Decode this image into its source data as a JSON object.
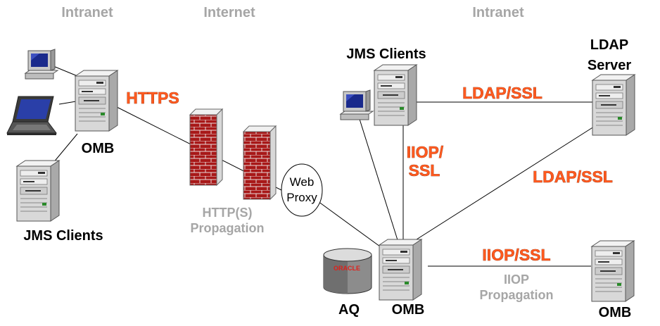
{
  "zones": {
    "left": "Intranet",
    "middle": "Internet",
    "right": "Intranet"
  },
  "labels": {
    "omb_left": "OMB",
    "jms_clients_left": "JMS Clients",
    "jms_clients_right": "JMS Clients",
    "ldap_server_line1": "LDAP",
    "ldap_server_line2": "Server",
    "aq": "AQ",
    "omb_center": "OMB",
    "omb_right": "OMB",
    "oracle_logo": "ORACLE"
  },
  "protocols": {
    "https": "HTTPS",
    "ldap_ssl_top": "LDAP/SSL",
    "iiop_ssl_vert_line1": "IIOP/",
    "iiop_ssl_vert_line2": "SSL",
    "ldap_ssl_diag": "LDAP/SSL",
    "iiop_ssl_bottom": "IIOP/SSL"
  },
  "propagation": {
    "http_line1": "HTTP(S)",
    "http_line2": "Propagation",
    "iiop_line1": "IIOP",
    "iiop_line2": "Propagation"
  },
  "proxy": {
    "line1": "Web",
    "line2": "Proxy"
  },
  "colors": {
    "protocol_text": "#ff5a1f",
    "zone_text": "#a6a6a6",
    "brick": "#b01818",
    "oracle_red": "#e0201a"
  }
}
